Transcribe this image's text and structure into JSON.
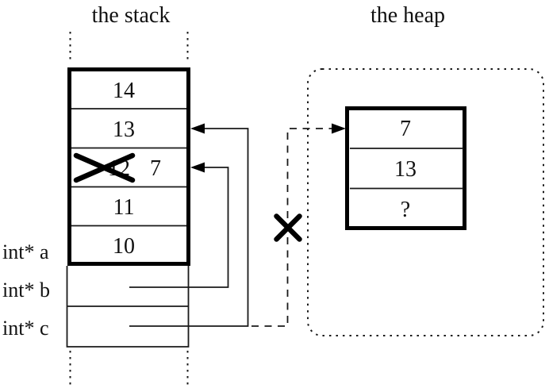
{
  "colors": {
    "ink": "#000000",
    "thin_line": "#1a1a1a",
    "background": "#ffffff"
  },
  "stack": {
    "title": "the stack",
    "cells": [
      "14",
      "13",
      "12",
      "11",
      "10"
    ],
    "crossed_out_cell": {
      "old_value": "12",
      "new_value": "7"
    },
    "labels": [
      "int* a",
      "int* b",
      "int* c"
    ]
  },
  "heap": {
    "title": "the heap",
    "cells": [
      "7",
      "13",
      "?"
    ]
  },
  "pointers": {
    "b_target": "stack cell 12 (overwritten with 7)",
    "c_target": "stack cell 13",
    "dangling": "old pointer into heap, crossed out"
  }
}
